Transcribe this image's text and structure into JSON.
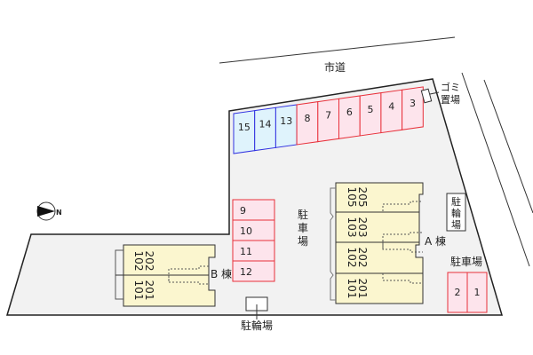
{
  "road_label": "市道",
  "garbage": {
    "line1": "ゴミ",
    "line2": "置場"
  },
  "parking_label": "駐車場",
  "bike_parking": {
    "vertical": [
      "駐",
      "輪",
      "場"
    ],
    "bottom": "駐輪場"
  },
  "compass_label": "N",
  "top_row_slots": [
    {
      "num": "15",
      "type": "blue"
    },
    {
      "num": "14",
      "type": "blue"
    },
    {
      "num": "13",
      "type": "blue"
    },
    {
      "num": "8",
      "type": "red"
    },
    {
      "num": "7",
      "type": "red"
    },
    {
      "num": "6",
      "type": "red"
    },
    {
      "num": "5",
      "type": "red"
    },
    {
      "num": "4",
      "type": "red"
    },
    {
      "num": "3",
      "type": "red"
    }
  ],
  "middle_slots": [
    "9",
    "10",
    "11",
    "12"
  ],
  "right_slots": [
    "2",
    "1"
  ],
  "building_a": {
    "label": "A 棟",
    "units": [
      [
        "205",
        "105"
      ],
      [
        "203",
        "103"
      ],
      [
        "202",
        "102"
      ],
      [
        "201",
        "101"
      ]
    ]
  },
  "building_b": {
    "label": "B 棟",
    "units": [
      [
        "202",
        "102"
      ],
      [
        "201",
        "101"
      ]
    ]
  },
  "colors": {
    "red_stroke": "#e8303a",
    "red_fill": "#fde4ec",
    "blue_stroke": "#3030e0",
    "blue_fill": "#dff3fc",
    "building_fill": "#fbf6cf",
    "lot_fill": "#f2f2f2"
  }
}
